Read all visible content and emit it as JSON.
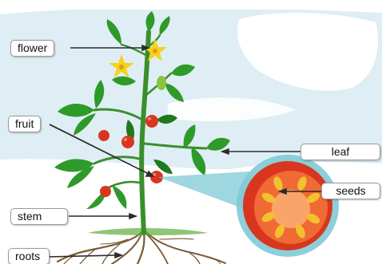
{
  "labels": {
    "flower": "flower",
    "fruit": "fruit",
    "leaf": "leaf",
    "seeds": "seeds",
    "stem": "stem",
    "roots": "roots"
  },
  "colors": {
    "background_wash": "#dfeef5",
    "leaf_green": "#2e9a2a",
    "leaf_dark": "#1f7a1f",
    "stem_green": "#3a8f2c",
    "flower_yellow": "#f6d21b",
    "tomato_red": "#d8361f",
    "tomato_flesh": "#f06a34",
    "seed_yellow": "#f2c12e",
    "magnifier_blue": "#7fcad6",
    "root_brown": "#7a5a36",
    "pointer_line": "#2b2b2b"
  }
}
